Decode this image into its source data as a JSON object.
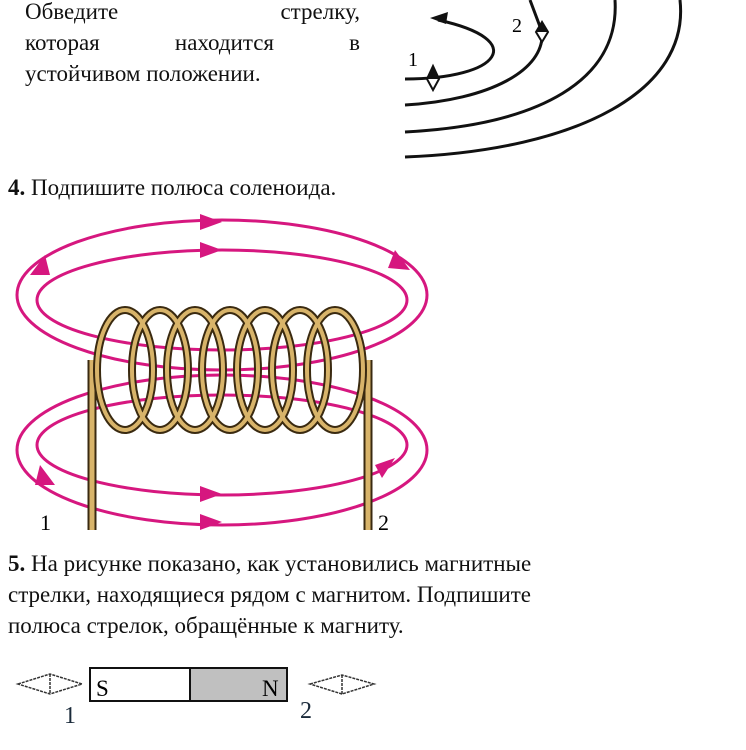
{
  "q3": {
    "lines": [
      "Обведите стрелку,",
      "которая находится в",
      "устойчивом положении."
    ],
    "labels": [
      "1",
      "2"
    ]
  },
  "q4": {
    "number": "4.",
    "text": "Подпишите полюса соленоида.",
    "labels": [
      "1",
      "2"
    ]
  },
  "q5": {
    "number": "5.",
    "lines": [
      "На рисунке показано, как установились магнитные",
      "стрелки, находящиеся рядом с магнитом. Подпишите",
      "полюса стрелок, обращённые к магниту."
    ],
    "magnet_left": "S",
    "magnet_right": "N",
    "labels": [
      "1",
      "2"
    ]
  },
  "colors": {
    "field": "#d6177f",
    "coil": "#d8b46a",
    "magnet_n": "#c0c0c0"
  }
}
